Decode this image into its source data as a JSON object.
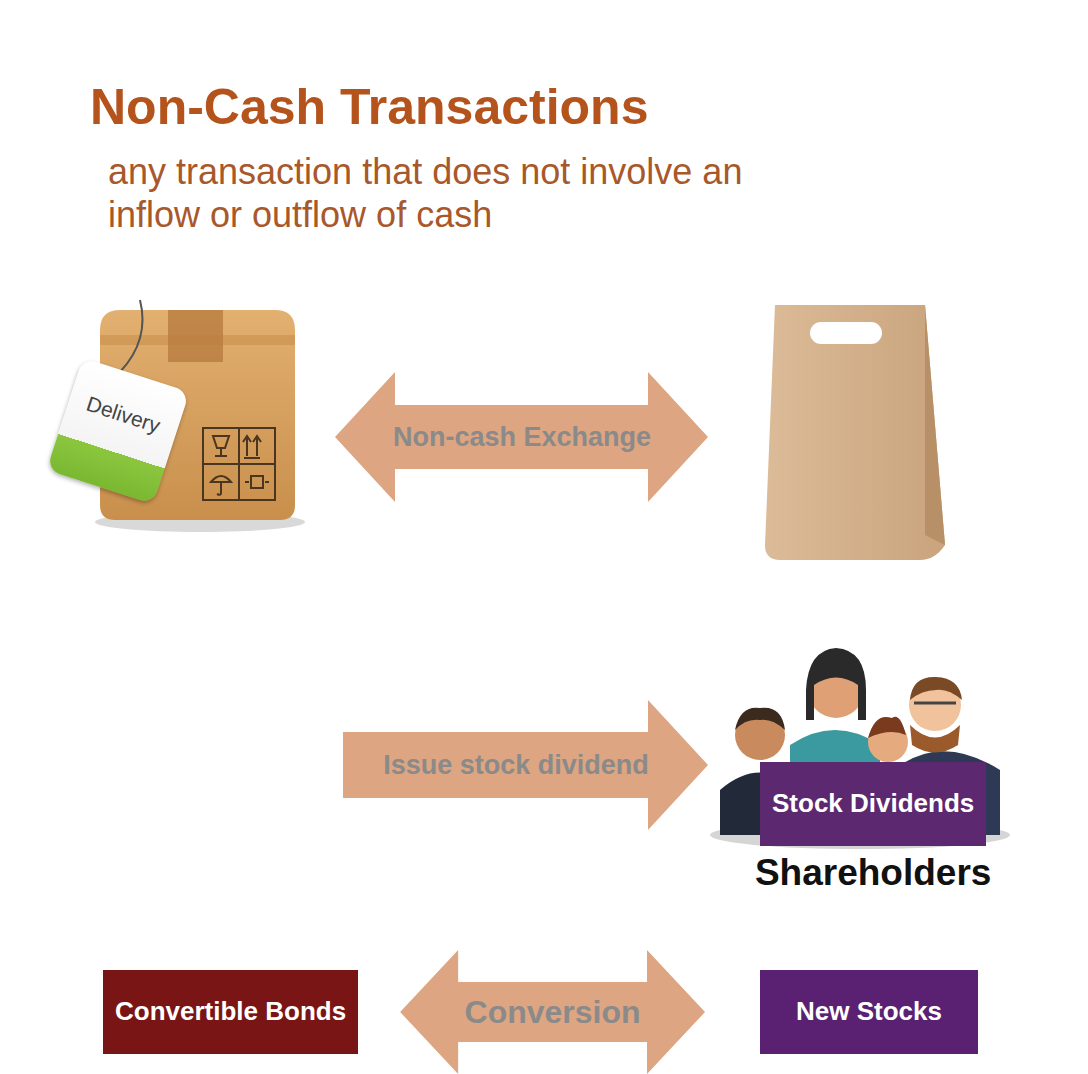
{
  "diagram": {
    "title": "Non-Cash Transactions",
    "nodes": [
      {
        "text": [
          "Delivery"
        ]
      },
      {
        "text": [
          "Stock Dividends",
          "Shareholders"
        ]
      },
      {
        "text": [
          "Convertible Bonds"
        ]
      },
      {
        "text": [
          "New Stocks"
        ]
      }
    ],
    "edges": [
      {
        "from": 2,
        "to": 3,
        "label": "Conversion",
        "arrow": "both"
      }
    ],
    "labels": [
      "any transaction that does not involve an inflow or outflow of cash",
      "Non-cash Exchange",
      "Issue stock dividend"
    ]
  }
}
